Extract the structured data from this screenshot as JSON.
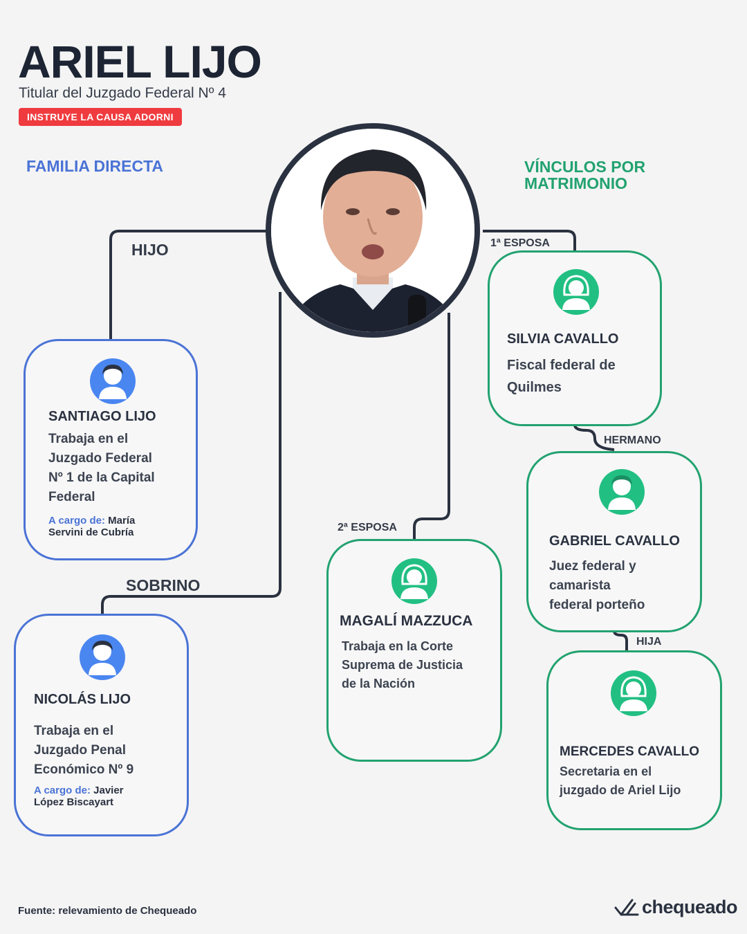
{
  "header": {
    "title": "ARIEL LIJO",
    "subtitle": "Titular del Juzgado Federal Nº 4",
    "badge": "INSTRUYE LA CAUSA ADORNI"
  },
  "sections": {
    "left": "FAMILIA DIRECTA",
    "right": "VÍNCULOS POR MATRIMONIO"
  },
  "relations": {
    "hijo": "HIJO",
    "sobrino": "SOBRINO",
    "esposa1": "1ª ESPOSA",
    "esposa2": "2ª ESPOSA",
    "hermano": "HERMANO",
    "hija": "HIJA"
  },
  "people": {
    "santiago": {
      "name": "SANTIAGO LIJO",
      "desc_lines": [
        "Trabaja en el",
        "Juzgado Federal",
        "Nº 1 de la Capital",
        "Federal"
      ],
      "charge_label": "A cargo de:",
      "charge_value_1": "María",
      "charge_value_2": "Servini de Cubría"
    },
    "nicolas": {
      "name": "NICOLÁS LIJO",
      "desc_lines": [
        "Trabaja en el",
        "Juzgado Penal",
        "Económico Nº 9"
      ],
      "charge_label": "A cargo de:",
      "charge_value_1": "Javier",
      "charge_value_2": "López Biscayart"
    },
    "silvia": {
      "name": "SILVIA CAVALLO",
      "desc_lines": [
        "Fiscal federal de",
        "Quilmes"
      ]
    },
    "gabriel": {
      "name": "GABRIEL CAVALLO",
      "desc_lines": [
        "Juez federal y",
        "camarista",
        "federal porteño"
      ]
    },
    "magali": {
      "name": "MAGALÍ MAZZUCA",
      "desc_lines": [
        "Trabaja en la Corte",
        "Suprema de Justicia",
        "de la Nación"
      ]
    },
    "mercedes": {
      "name": "MERCEDES CAVALLO",
      "desc_lines": [
        "Secretaria en el",
        "juzgado de Ariel Lijo"
      ]
    }
  },
  "footer": {
    "source": "Fuente: relevamiento de Chequeado",
    "logo": "chequeado"
  },
  "colors": {
    "blue": "#4a73d6",
    "green": "#22a270",
    "red": "#ef3b3f",
    "dark": "#2a3140"
  }
}
